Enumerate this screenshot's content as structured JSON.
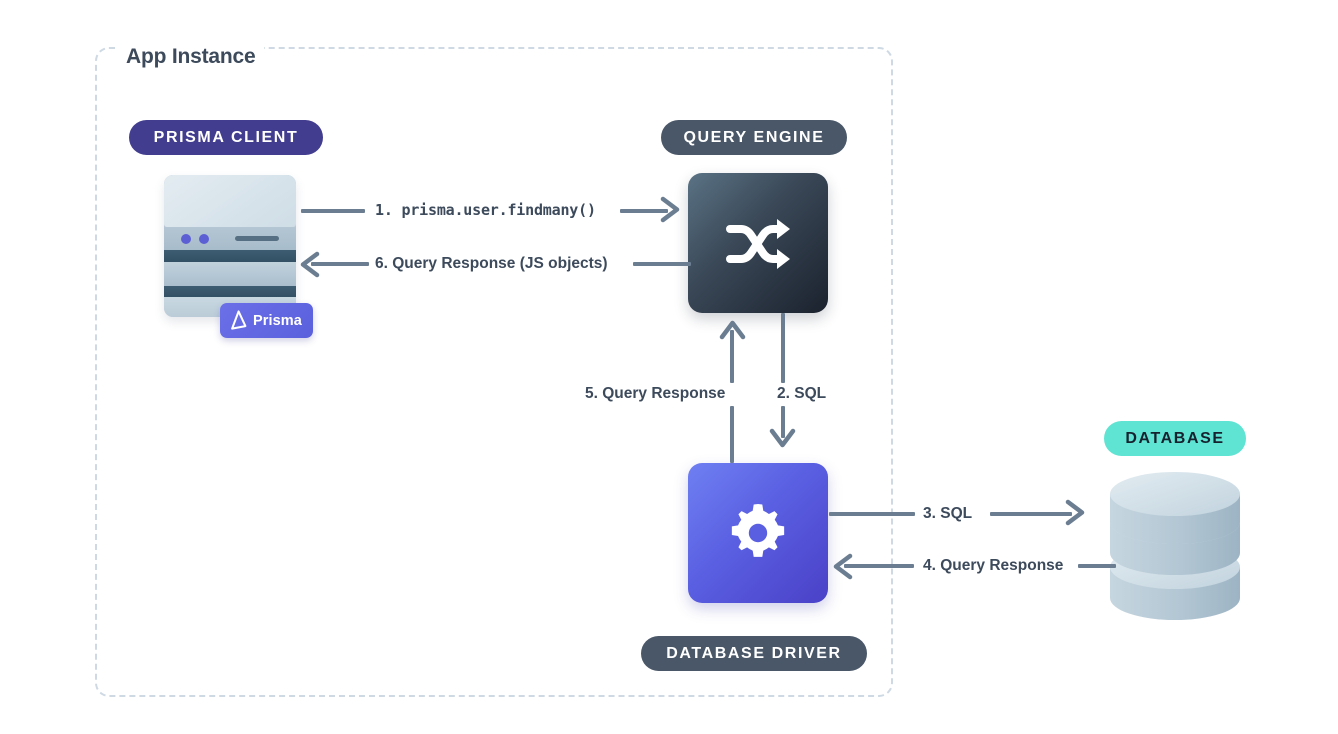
{
  "diagram": {
    "container": {
      "title": "App Instance",
      "border_style": "dashed",
      "border_color": "#ced9e4"
    },
    "badges": {
      "prisma_client": {
        "label": "PRISMA CLIENT",
        "bg": "#423d8f",
        "fg": "#ffffff"
      },
      "query_engine": {
        "label": "QUERY ENGINE",
        "bg": "#4a5768",
        "fg": "#ffffff"
      },
      "database_driver": {
        "label": "DATABASE DRIVER",
        "bg": "#4a5768",
        "fg": "#ffffff"
      },
      "database": {
        "label": "DATABASE",
        "bg": "#5fe3d2",
        "fg": "#16222e"
      }
    },
    "nodes": {
      "prisma_client": {
        "name": "prisma-client-server-stack",
        "badge_label": "Prisma",
        "badge_bg": "#5a5fdc"
      },
      "query_engine": {
        "name": "query-engine-box",
        "icon": "shuffle-icon",
        "gradient_from": "#5a7385",
        "gradient_to": "#1b222e"
      },
      "database_driver": {
        "name": "database-driver-box",
        "icon": "gear-icon",
        "gradient_from": "#6f80f2",
        "gradient_to": "#4a41c7"
      },
      "database": {
        "name": "database-cylinder",
        "icon": "database-cylinder-icon",
        "color_light": "#cfdde6",
        "color_dark": "#3f5d72"
      }
    },
    "flows": [
      {
        "id": "1",
        "label": "1. prisma.user.findmany()",
        "mono": true,
        "from": "prisma-client",
        "to": "query-engine",
        "direction": "right"
      },
      {
        "id": "6",
        "label": "6. Query Response (JS objects)",
        "mono": false,
        "from": "query-engine",
        "to": "prisma-client",
        "direction": "left"
      },
      {
        "id": "2",
        "label": "2. SQL",
        "mono": false,
        "from": "query-engine",
        "to": "database-driver",
        "direction": "down"
      },
      {
        "id": "5",
        "label": "5. Query Response",
        "mono": false,
        "from": "database-driver",
        "to": "query-engine",
        "direction": "up"
      },
      {
        "id": "3",
        "label": "3. SQL",
        "mono": false,
        "from": "database-driver",
        "to": "database",
        "direction": "right"
      },
      {
        "id": "4",
        "label": "4. Query Response",
        "mono": false,
        "from": "database",
        "to": "database-driver",
        "direction": "left"
      }
    ],
    "colors": {
      "line": "#6b7d91",
      "text": "#3c4a5c",
      "background": "#ffffff"
    }
  }
}
